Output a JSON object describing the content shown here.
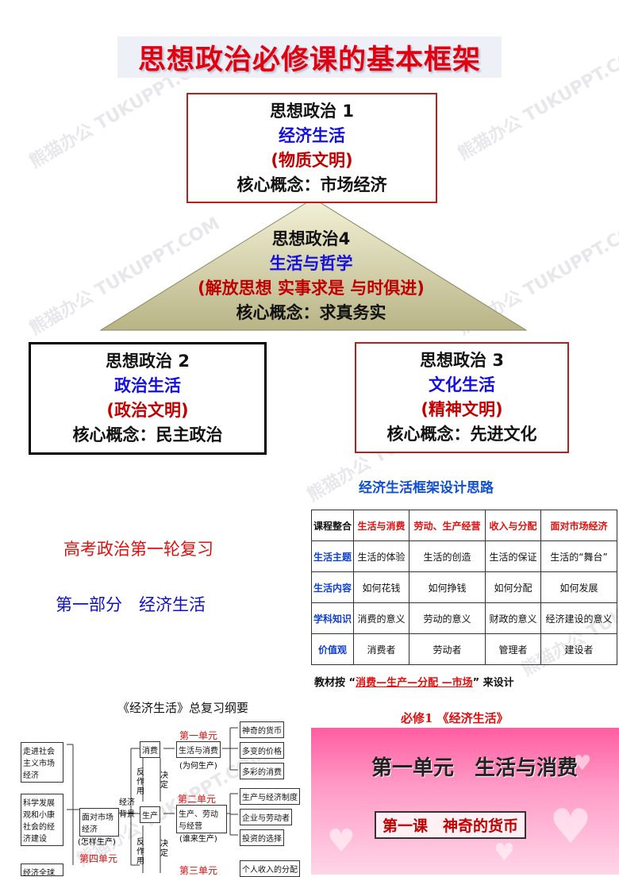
{
  "title": "思想政治必修课的基本框架",
  "box1": {
    "line1": "思想政治 1",
    "line2": "经济生活",
    "line3": "(物质文明)",
    "line4": "核心概念：市场经济"
  },
  "box4": {
    "line1": "思想政治4",
    "line2": "生活与哲学",
    "line3": "(解放思想 实事求是 与时俱进)",
    "line4": "核心概念：求真务实"
  },
  "box2": {
    "line1": "思想政治 2",
    "line2": "政治生活",
    "line3": "(政治文明)",
    "line4": "核心概念：民主政治"
  },
  "box3": {
    "line1": "思想政治 3",
    "line2": "文化生活",
    "line3": "(精神文明)",
    "line4": "核心概念：先进文化"
  },
  "watermark": "熊猫办公 TUKUPPT.COM",
  "review": {
    "title": "高考政治第一轮复习",
    "part": "第一部分　经济生活"
  },
  "table": {
    "title": "经济生活框架设计思路",
    "header": [
      "课程整合",
      "生活与消费",
      "劳动、生产经营",
      "收入与分配",
      "面对市场经济"
    ],
    "rows": [
      [
        "生活主题",
        "生活的体验",
        "生活的创造",
        "生活的保证",
        "生活的“舞台”"
      ],
      [
        "生活内容",
        "如何花钱",
        "如何挣钱",
        "如何分配",
        "如何发展"
      ],
      [
        "学科知识",
        "消费的意义",
        "劳动的意义",
        "财政的意义",
        "经济建设的意义"
      ],
      [
        "价值观",
        "消费者",
        "劳动者",
        "管理者",
        "建设者"
      ]
    ],
    "note_prefix": "教材按 “",
    "note_red": "消费—生产—分配 —市场",
    "note_suffix": "” 来设计"
  },
  "outline": {
    "title": "《经济生活》总复习纲要",
    "left": [
      "走进社会主义市场经济",
      "科学发展观和小康社会的经济建设",
      "经济全球"
    ],
    "center": "面对市场经济",
    "center_sub": "(怎样生产)",
    "unit4": "第四单元",
    "econ": "经济背景",
    "consume": "消费",
    "produce": "生产",
    "react": "反作用",
    "decide": "决定",
    "unit1": "第一单元",
    "unit1_name": "生活与消费",
    "unit1_sub": "(为何生产)",
    "unit2": "第二单元",
    "unit2_name": "生产、劳动与经营",
    "unit2_sub": "(谁来生产)",
    "unit3": "第三单元",
    "u1_items": [
      "神奇的货币",
      "多变的价格",
      "多彩的消费"
    ],
    "u2_items": [
      "生产与经济制度",
      "企业与劳动者",
      "投资的选择"
    ],
    "u3_items": [
      "个人收入的分配"
    ]
  },
  "pink": {
    "caption": "必修1 《经济生活》",
    "unit": "第一单元　生活与消费",
    "lesson": "第一课　神奇的货币"
  }
}
